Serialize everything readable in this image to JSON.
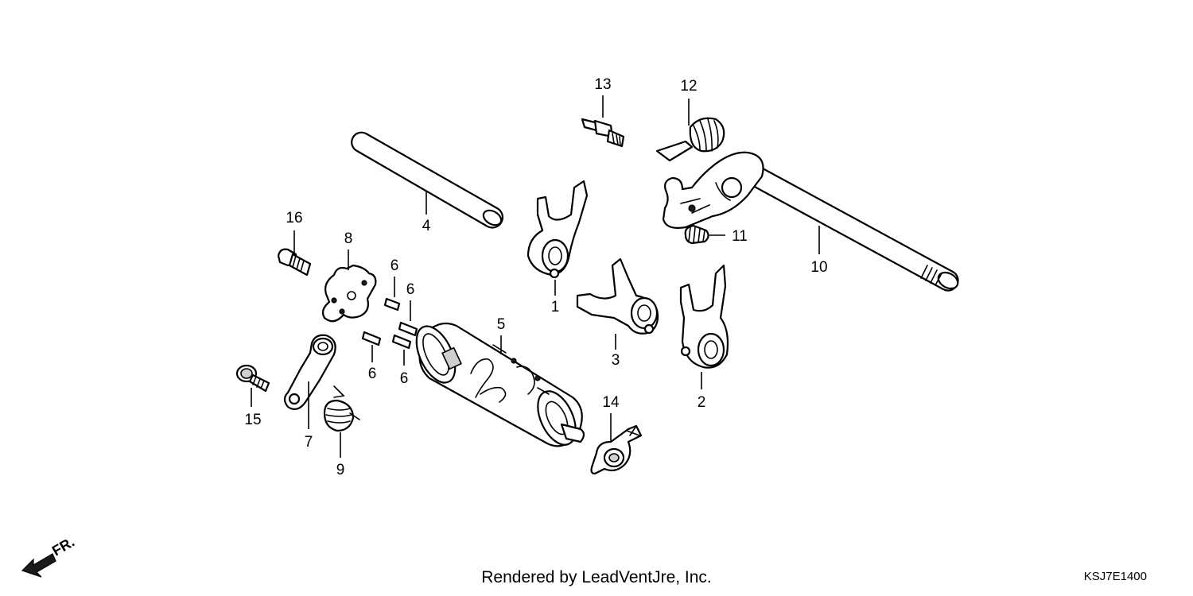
{
  "callouts": [
    {
      "id": "c1",
      "text": "1"
    },
    {
      "id": "c2",
      "text": "2"
    },
    {
      "id": "c3",
      "text": "3"
    },
    {
      "id": "c4",
      "text": "4"
    },
    {
      "id": "c5",
      "text": "5"
    },
    {
      "id": "c6a",
      "text": "6"
    },
    {
      "id": "c6b",
      "text": "6"
    },
    {
      "id": "c6c",
      "text": "6"
    },
    {
      "id": "c6d",
      "text": "6"
    },
    {
      "id": "c7",
      "text": "7"
    },
    {
      "id": "c8",
      "text": "8"
    },
    {
      "id": "c9",
      "text": "9"
    },
    {
      "id": "c10",
      "text": "10"
    },
    {
      "id": "c11",
      "text": "11"
    },
    {
      "id": "c12",
      "text": "12"
    },
    {
      "id": "c13",
      "text": "13"
    },
    {
      "id": "c14",
      "text": "14"
    },
    {
      "id": "c15",
      "text": "15"
    },
    {
      "id": "c16",
      "text": "16"
    }
  ],
  "direction_label": "FR.",
  "footer_text": "Rendered by LeadVentJre, Inc.",
  "diagram_code": "KSJ7E1400",
  "colors": {
    "line": "#000000",
    "background": "#ffffff",
    "shade": "#cfcfcf"
  }
}
